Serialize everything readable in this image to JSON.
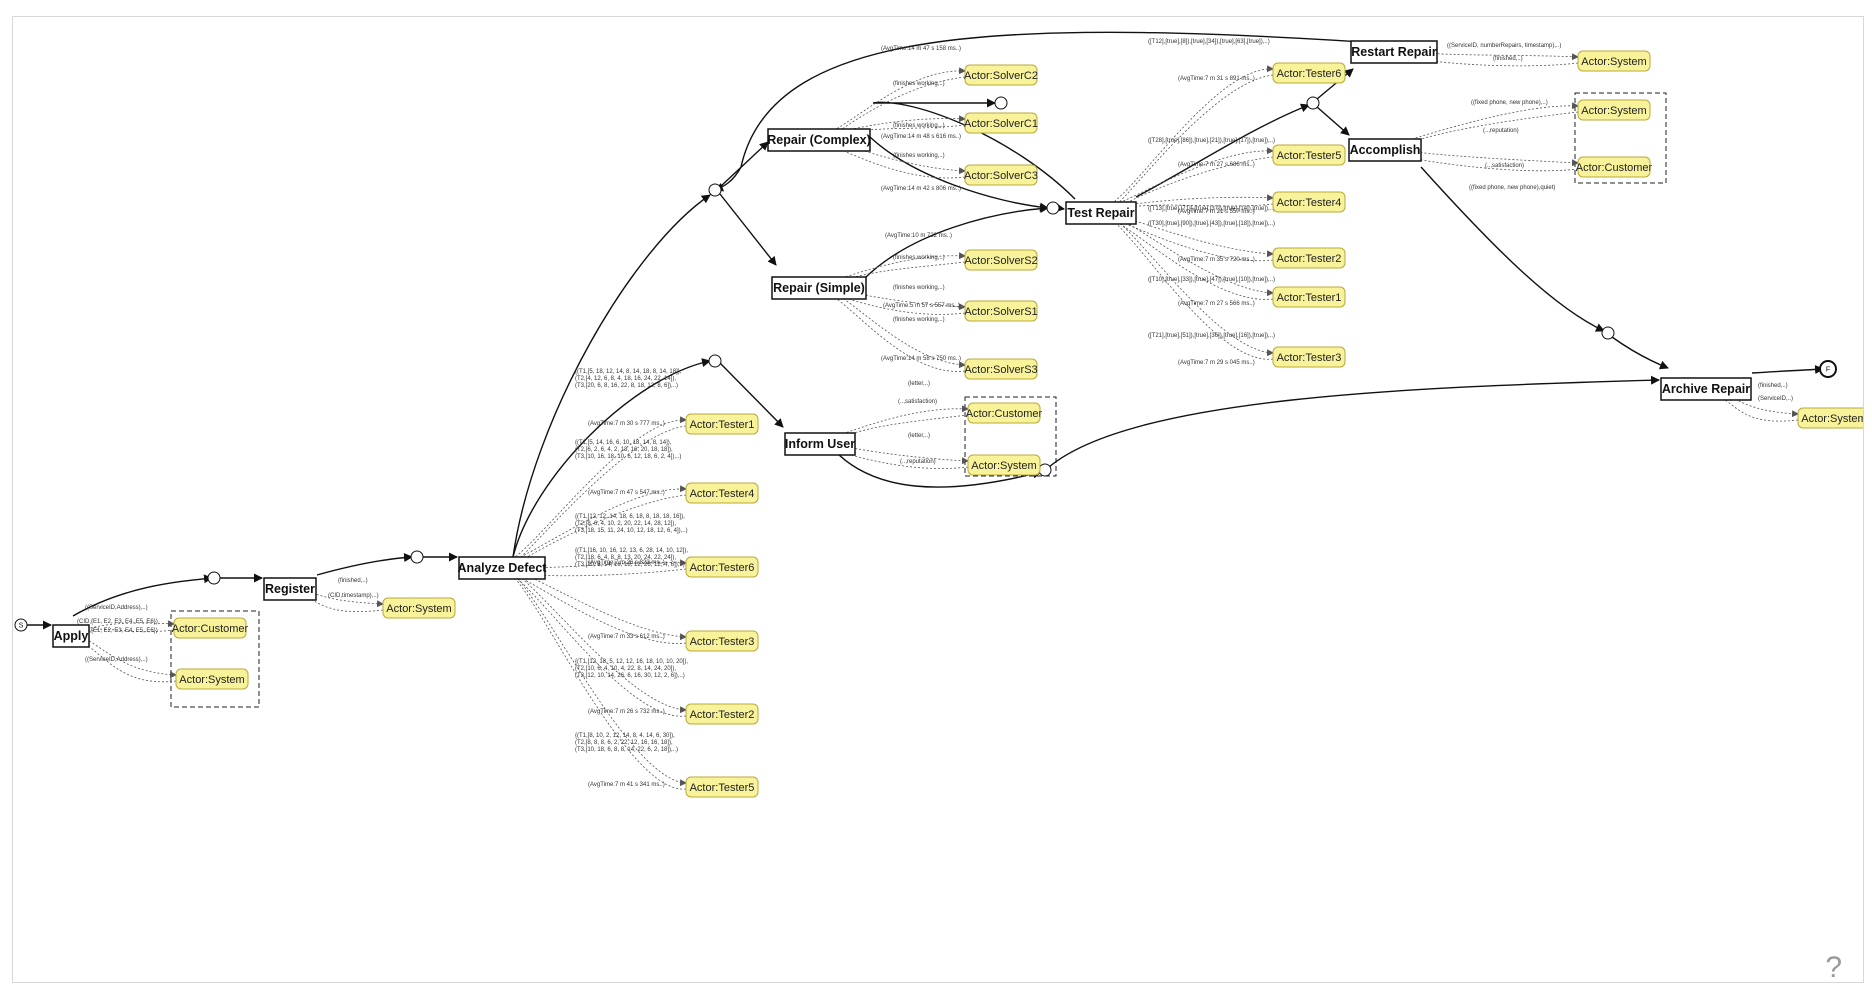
{
  "help_icon": "?",
  "activities": [
    {
      "id": "apply",
      "label": "Apply"
    },
    {
      "id": "register",
      "label": "Register"
    },
    {
      "id": "analyze",
      "label": "Analyze Defect"
    },
    {
      "id": "inform",
      "label": "Inform User"
    },
    {
      "id": "repair_complex",
      "label": "Repair (Complex)"
    },
    {
      "id": "repair_simple",
      "label": "Repair (Simple)"
    },
    {
      "id": "test",
      "label": "Test Repair"
    },
    {
      "id": "restart",
      "label": "Restart Repair"
    },
    {
      "id": "accomplish",
      "label": "Accomplish"
    },
    {
      "id": "archive",
      "label": "Archive Repair"
    }
  ],
  "actors": [
    {
      "id": "apply_customer",
      "label": "Actor:Customer"
    },
    {
      "id": "apply_system",
      "label": "Actor:System"
    },
    {
      "id": "reg_system",
      "label": "Actor:System"
    },
    {
      "id": "an_t1",
      "label": "Actor:Tester1"
    },
    {
      "id": "an_t4",
      "label": "Actor:Tester4"
    },
    {
      "id": "an_t6",
      "label": "Actor:Tester6"
    },
    {
      "id": "an_t3",
      "label": "Actor:Tester3"
    },
    {
      "id": "an_t2",
      "label": "Actor:Tester2"
    },
    {
      "id": "an_t5",
      "label": "Actor:Tester5"
    },
    {
      "id": "inf_customer",
      "label": "Actor:Customer"
    },
    {
      "id": "inf_system",
      "label": "Actor:System"
    },
    {
      "id": "rc_c2",
      "label": "Actor:SolverC2"
    },
    {
      "id": "rc_c1",
      "label": "Actor:SolverC1"
    },
    {
      "id": "rc_c3",
      "label": "Actor:SolverC3"
    },
    {
      "id": "rs_s2",
      "label": "Actor:SolverS2"
    },
    {
      "id": "rs_s1",
      "label": "Actor:SolverS1"
    },
    {
      "id": "rs_s3",
      "label": "Actor:SolverS3"
    },
    {
      "id": "te_t6",
      "label": "Actor:Tester6"
    },
    {
      "id": "te_t5",
      "label": "Actor:Tester5"
    },
    {
      "id": "te_t4",
      "label": "Actor:Tester4"
    },
    {
      "id": "te_t2",
      "label": "Actor:Tester2"
    },
    {
      "id": "te_t1",
      "label": "Actor:Tester1"
    },
    {
      "id": "te_t3",
      "label": "Actor:Tester3"
    },
    {
      "id": "rr_system",
      "label": "Actor:System"
    },
    {
      "id": "acc_system",
      "label": "Actor:System"
    },
    {
      "id": "acc_customer",
      "label": "Actor:Customer"
    },
    {
      "id": "arc_system",
      "label": "Actor:System"
    }
  ],
  "edge_labels": [
    "((ServiceID,Address),..)",
    "(CID,{E1, E2, E3, E4, E5, E6})",
    "(CID,{E1, E2, E3, E4, E5, E6})",
    "((ServiceID,Address),..)",
    "(finished,..)",
    "(CID,timestamp),..)",
    "{(T1,[5, 18, 12, 14, 8, 14, 18, 8, 14, 18]),",
    "(T2,[4, 12, 6, 8, 4, 18, 16, 24, 22, 14]),",
    "(T3,[20, 6, 8, 16, 22, 8, 18, 12, 8, 6]),..)",
    "(AvgTime:7 m 30 s 777 ms..)",
    "{(T1,[5, 14, 16, 6, 10, 18, 14, 8, 14]),",
    "(T2,[6, 2, 6, 4, 2, 13, 16, 20, 18, 18]),",
    "(T3,[10, 16, 18, 10, 6, 12, 18, 6, 2, 4]),..)",
    "(AvgTime:7 m 47 s 547 ms..)",
    "{(T1,[12, 12, 14, 18, 6, 18, 8, 18, 18, 16]),",
    "(T2,[8, 6, 4, 10, 2, 20, 22, 14, 28, 12]),",
    "(T3,[18, 15, 11, 24, 10, 12, 18, 12, 6, 4]),..)",
    "(AvgTime:7 m 26 s 823 ms..)",
    "{(T1,[16, 10, 16, 12, 13, 6, 28, 14, 10, 12]),",
    "(T2,[18, 6, 4, 8, 8, 13, 20, 24, 22, 24]),",
    "(T3,[20, 8, 14, 16, 18, 12, 26, 12, 4, 6]),..)",
    "(AvgTime:7 m 33 s 612 ms..)",
    "{(T1,[12, 18, 5, 12, 12, 16, 18, 10, 10, 20]),",
    "(T2,[10, 6, 4, 10, 4, 22, 8, 14, 24, 20]),",
    "(T3,[12, 10, 14, 26, 6, 16, 30, 12, 2, 6]),..)",
    "(AvgTime:7 m 26 s 732 ms..)",
    "{(T1,[8, 10, 2, 12, 14, 8, 4, 14, 6, 30]),",
    "(T2,[8, 8, 8, 6, 2, 22, 12, 16, 16, 18]),",
    "(T3,[10, 18, 6, 8, 8, 14, 22, 6, 2, 18]),..)",
    "(AvgTime:7 m 41 s 341 ms..)",
    "(letter,..)",
    "(..,satisfaction)",
    "(letter,..)",
    "(..,reputation)",
    "(AvgTime:14 m 47 s 158 ms..)",
    "(finishes working,..)",
    "(finishes working,..)",
    "(AvgTime:14 m 48 s 616 ms..)",
    "(finishes working,..)",
    "(AvgTime:14 m 42 s 806 ms..)",
    "(AvgTime:10 m 722 ms..)",
    "(finishes working,..)",
    "(finishes working,..)",
    "(AvgTime:5 m 57 s 557 ms..)",
    "(finishes working,..)",
    "(AvgTime:14 m 58 s 750 ms..)",
    "([T12],[true],[8]),[true],[34]),[true],[63],[true]),..)",
    "(AvgTime:7 m 31 s 891 ms..)",
    "([T28],[true],[86]),[true],[21]),[true],[17]),[true]),..)",
    "(AvgTime:7 m 27 s 686 ms..)",
    "(AvgTime:7 m 21 s 557 ms..)",
    "([T13],[true],[71]),[true],[37]),[true],[14]),[true]),..)",
    "([T30],[true],[90]),[true],[43]),[true],[18]),[true]),..)",
    "(AvgTime:7 m 35 s 720 ms..)",
    "([T10],[true],[33]),[true],[47]),[true],[10]),[true]),..)",
    "(AvgTime:7 m 27 s 566 ms..)",
    "([T21],[true],[51]),[true],[36]),[true],[16]),[true]),..)",
    "(AvgTime:7 m 29 s 045 ms..)",
    "((ServiceID, numberRepairs, timestamp),..)",
    "(finished,..)",
    "((fixed phone, new phone),..)",
    "(..,reputation)",
    "(..,satisfaction)",
    "((fixed phone, new phone),quiet)",
    "(finished,..)",
    "(ServiceID,..)"
  ],
  "gateway_labels": [
    "S",
    "F"
  ]
}
